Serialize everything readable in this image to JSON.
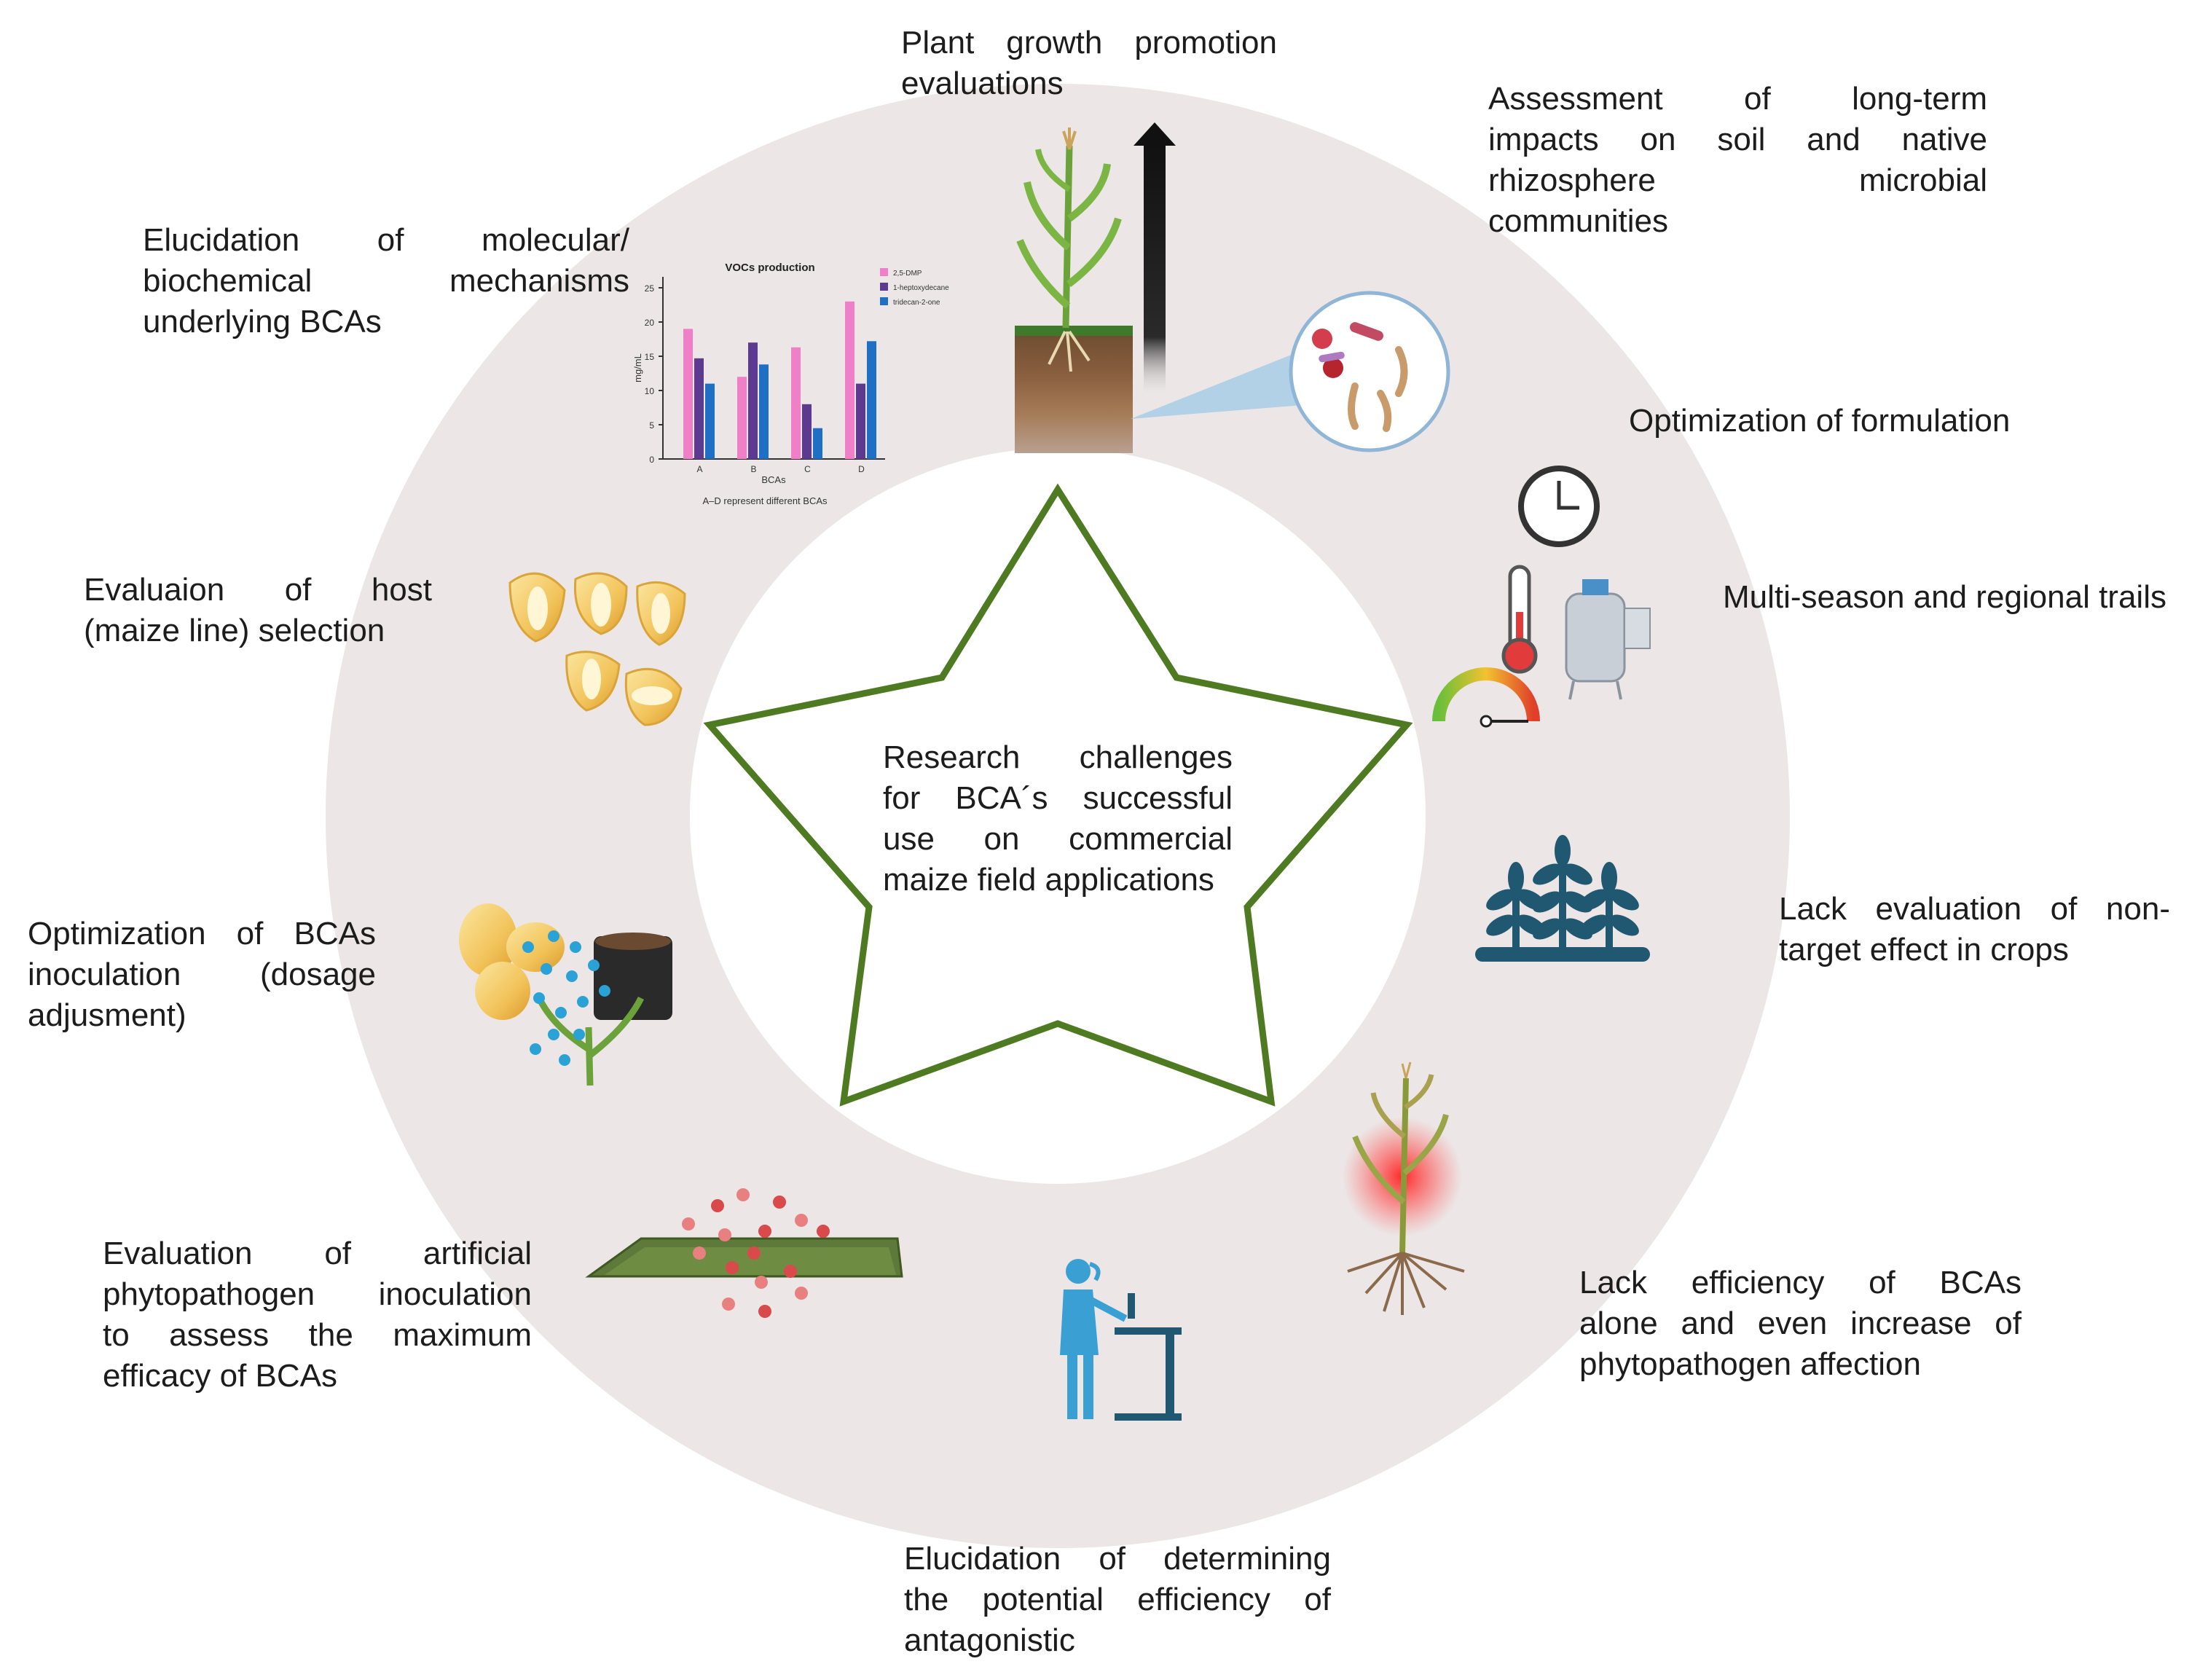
{
  "center": {
    "lines": [
      "Research challenges",
      "for BCA´s successful",
      "use on commercial",
      "maize field applications"
    ]
  },
  "labels": {
    "plant_growth": [
      "Plant growth promotion",
      "evaluations"
    ],
    "long_term": [
      "Assessment of long-term",
      "impacts on soil and native",
      "rhizosphere microbial",
      "communities"
    ],
    "formulation": [
      "Optimization of formulation"
    ],
    "multi_season": [
      "Multi-season and regional trails"
    ],
    "non_target": [
      "Lack evaluation of non-",
      "target effect in crops"
    ],
    "lack_efficiency": [
      "Lack efficiency of BCAs",
      "alone and even increase of",
      "phytopathogen affection"
    ],
    "antagonistic": [
      "Elucidation of determining",
      "the potential efficiency of",
      "antagonistic"
    ],
    "artificial": [
      "Evaluation of artificial",
      "phytopathogen inoculation",
      "to assess the maximum",
      "efficacy of BCAs"
    ],
    "inoculation": [
      "Optimization of BCAs",
      "inoculation (dosage",
      "adjusment)"
    ],
    "host": [
      "Evaluaion of host",
      "(maize line) selection"
    ],
    "molecular": [
      "Elucidation of molecular/",
      "biochemical mechanisms",
      "underlying BCAs"
    ]
  },
  "colors": {
    "ring": "#ece6e6",
    "star_stroke": "#4e7b22",
    "teal_icon": "#1f5870",
    "scientist": "#3a9fd3",
    "red_glow": "#ff2a2a"
  },
  "chart_data": {
    "type": "bar",
    "title": "VOCs production",
    "categories": [
      "A",
      "B",
      "C",
      "D"
    ],
    "series": [
      {
        "name": "2,5-DMP",
        "color": "#ef7fc7",
        "values": [
          19,
          12,
          16.3,
          23
        ]
      },
      {
        "name": "1-heptoxydecane",
        "color": "#5b3a8f",
        "values": [
          14.7,
          17,
          8,
          11
        ]
      },
      {
        "name": "tridecan-2-one",
        "color": "#1f6fc4",
        "values": [
          11,
          13.8,
          4.5,
          17.2
        ]
      }
    ],
    "xlabel": "BCAs",
    "ylabel": "mg/mL",
    "yticks": [
      0,
      5,
      10,
      15,
      20,
      25
    ],
    "ylim": [
      0,
      25
    ],
    "note": "A–D represent different BCAs",
    "legend_position": "top-right",
    "grid": false
  }
}
